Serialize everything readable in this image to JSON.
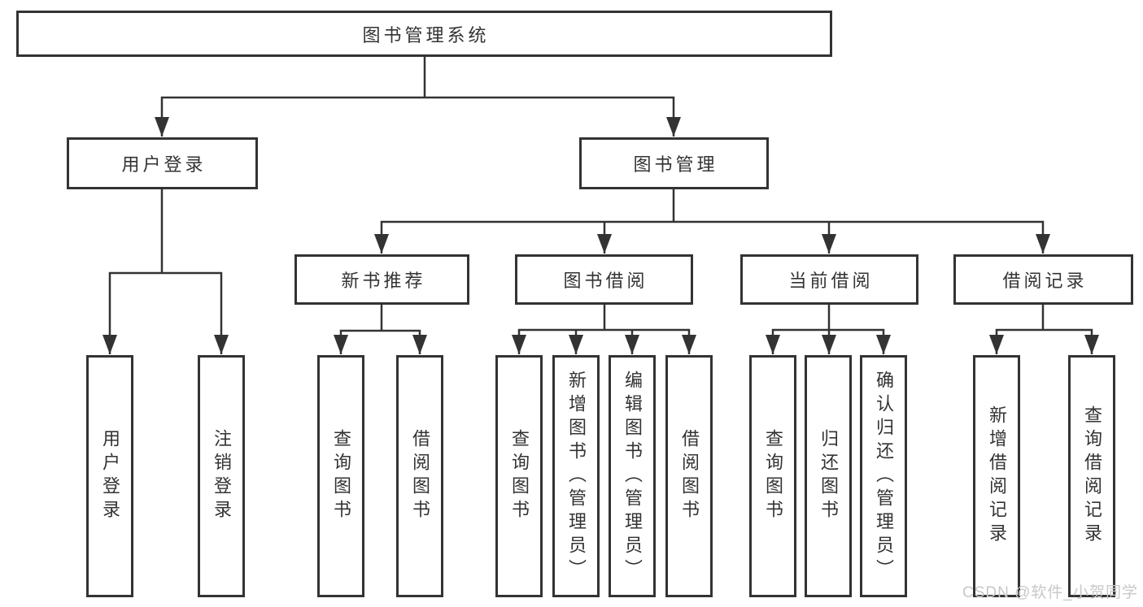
{
  "colors": {
    "line": "#333333",
    "box_border": "#333333",
    "text": "#333333",
    "background": "#ffffff",
    "watermark": "#c8c8c8"
  },
  "watermark": {
    "text": "CSDN @软件_小贺同学"
  },
  "tree": {
    "root": {
      "label": "图书管理系统",
      "children": [
        {
          "label": "用户登录",
          "children": [
            {
              "label": "用户登录"
            },
            {
              "label": "注销登录"
            }
          ]
        },
        {
          "label": "图书管理",
          "children": [
            {
              "label": "新书推荐",
              "children": [
                {
                  "label": "查询图书"
                },
                {
                  "label": "借阅图书"
                }
              ]
            },
            {
              "label": "图书借阅",
              "children": [
                {
                  "label": "查询图书"
                },
                {
                  "label": "新增图书（管理员）"
                },
                {
                  "label": "编辑图书（管理员）"
                },
                {
                  "label": "借阅图书"
                }
              ]
            },
            {
              "label": "当前借阅",
              "children": [
                {
                  "label": "查询图书"
                },
                {
                  "label": "归还图书"
                },
                {
                  "label": "确认归还（管理员）"
                }
              ]
            },
            {
              "label": "借阅记录",
              "children": [
                {
                  "label": "新增借阅记录"
                },
                {
                  "label": "查询借阅记录"
                }
              ]
            }
          ]
        }
      ]
    }
  }
}
